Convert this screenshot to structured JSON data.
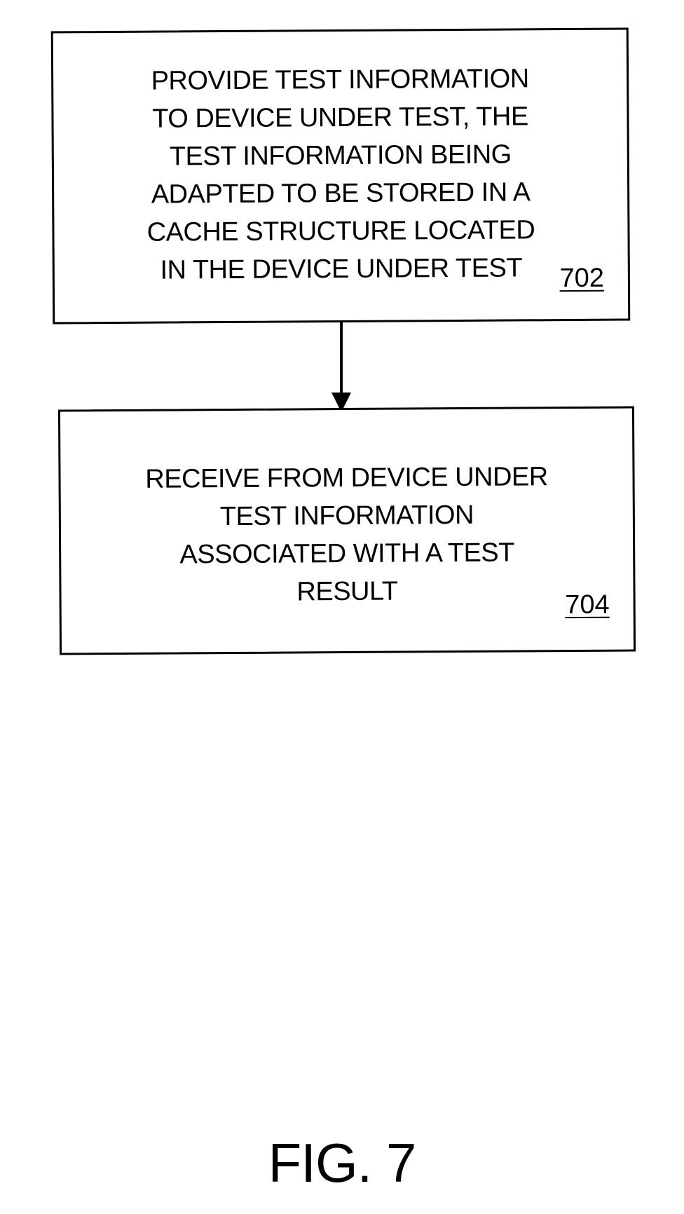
{
  "diagram": {
    "steps": [
      {
        "lines": [
          "PROVIDE TEST INFORMATION",
          "TO DEVICE UNDER TEST, THE",
          "TEST INFORMATION BEING",
          "ADAPTED TO BE STORED IN A",
          "CACHE STRUCTURE LOCATED",
          "IN THE DEVICE UNDER TEST"
        ],
        "ref": "702"
      },
      {
        "lines": [
          "RECEIVE FROM DEVICE UNDER",
          "TEST INFORMATION",
          "ASSOCIATED WITH A TEST",
          "RESULT"
        ],
        "ref": "704"
      }
    ],
    "figure_label": "FIG. 7"
  }
}
